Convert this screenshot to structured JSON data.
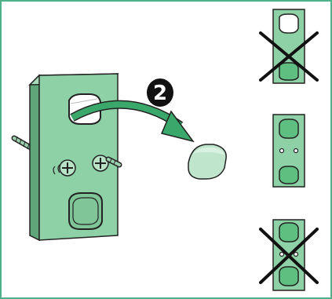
{
  "diagram": {
    "step_number": "2",
    "colors": {
      "border": "#4fb08a",
      "plate_fill": "#8fd1a6",
      "plate_side": "#5fa57a",
      "arrow": "#3aa86a",
      "outline": "#222222",
      "cross": "#111111",
      "badge": "#111111"
    },
    "panels": [
      {
        "name": "incorrect-top",
        "status": "incorrect"
      },
      {
        "name": "correct-middle",
        "status": "correct"
      },
      {
        "name": "incorrect-bottom",
        "status": "incorrect"
      }
    ]
  }
}
